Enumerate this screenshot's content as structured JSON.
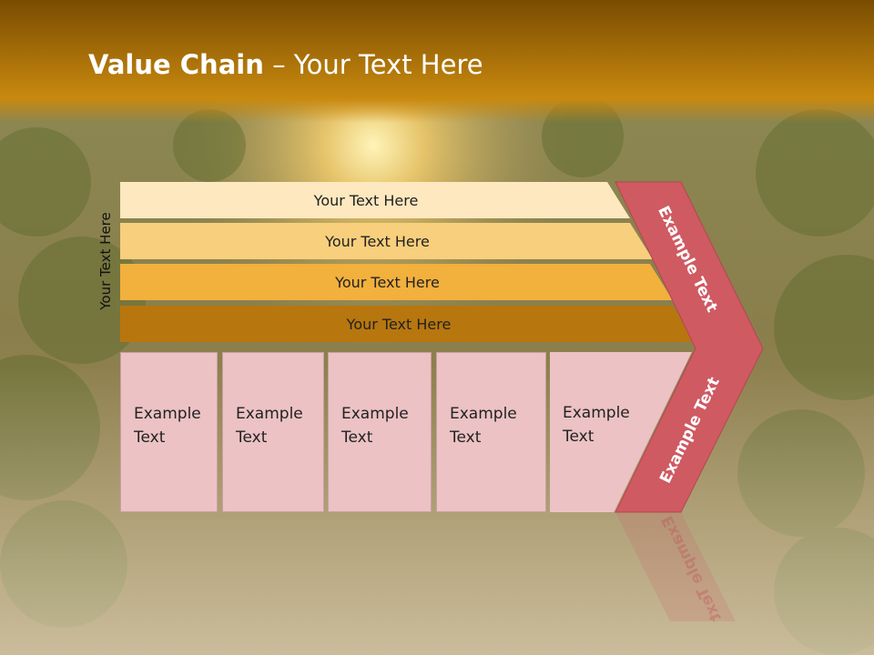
{
  "title": {
    "bold": "Value Chain",
    "rest": " – Your Text Here"
  },
  "side_label": "Your Text Here",
  "bars": [
    {
      "label": "Your Text Here",
      "color": "#fde8c0"
    },
    {
      "label": "Your Text Here",
      "color": "#f8cf7c"
    },
    {
      "label": "Your Text Here",
      "color": "#f2b03d"
    },
    {
      "label": "Your Text Here",
      "color": "#b8760e"
    }
  ],
  "boxes": [
    {
      "line1": "Example",
      "line2": "Text"
    },
    {
      "line1": "Example",
      "line2": "Text"
    },
    {
      "line1": "Example",
      "line2": "Text"
    },
    {
      "line1": "Example",
      "line2": "Text"
    },
    {
      "line1": "Example",
      "line2": "Text"
    }
  ],
  "chevron": {
    "upper": "Example Text",
    "lower": "Example Text",
    "color": "#cf5a62"
  },
  "colors": {
    "header": "#b87d12",
    "background": "#8a7a45"
  }
}
